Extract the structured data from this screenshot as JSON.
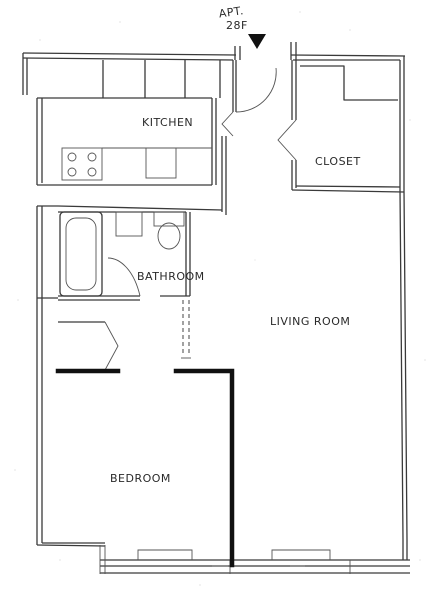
{
  "apartment": {
    "prefix": "APT.",
    "number": "28F"
  },
  "rooms": {
    "kitchen": "KITCHEN",
    "closet": "CLOSET",
    "bathroom": "BATHROOM",
    "living_room": "LIVING ROOM",
    "bedroom": "BEDROOM"
  },
  "colors": {
    "wall": "#3a3a3a",
    "heavy_wall": "#111111",
    "background": "#ffffff",
    "entry_marker": "#111111"
  }
}
